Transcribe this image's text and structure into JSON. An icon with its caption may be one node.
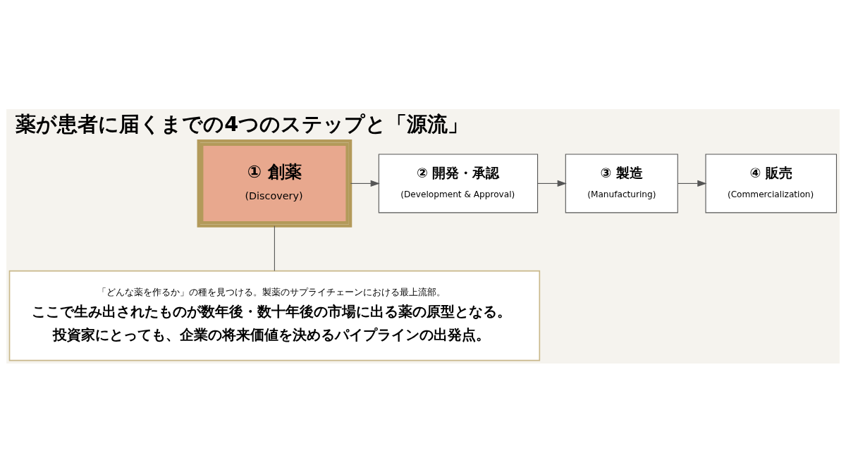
{
  "diagram": {
    "title": "薬が患者に届くまでの4つのステップと「源流」",
    "nodes": [
      {
        "text": [
          "① 創薬",
          "(Discovery)"
        ]
      },
      {
        "text": [
          "② 開発・承認",
          "(Development & Approval)"
        ]
      },
      {
        "text": [
          "③ 製造",
          "(Manufacturing)"
        ]
      },
      {
        "text": [
          "④ 販売",
          "(Commercialization)"
        ]
      },
      {
        "text": [
          "「どんな薬を作るか」の種を見つける。製薬のサプライチェーンにおける最上流部。",
          "ここで生み出されたものが数年後・数十年後の市場に出る薬の原型となる。",
          "投資家にとっても、企業の将来価値を決めるパイプラインの出発点。"
        ]
      }
    ],
    "edges": [
      {
        "from": 0,
        "to": 1,
        "arrow": "to"
      },
      {
        "from": 1,
        "to": 2,
        "arrow": "to"
      },
      {
        "from": 2,
        "to": 3,
        "arrow": "to"
      },
      {
        "from": 0,
        "to": 4,
        "arrow": "none"
      }
    ]
  }
}
